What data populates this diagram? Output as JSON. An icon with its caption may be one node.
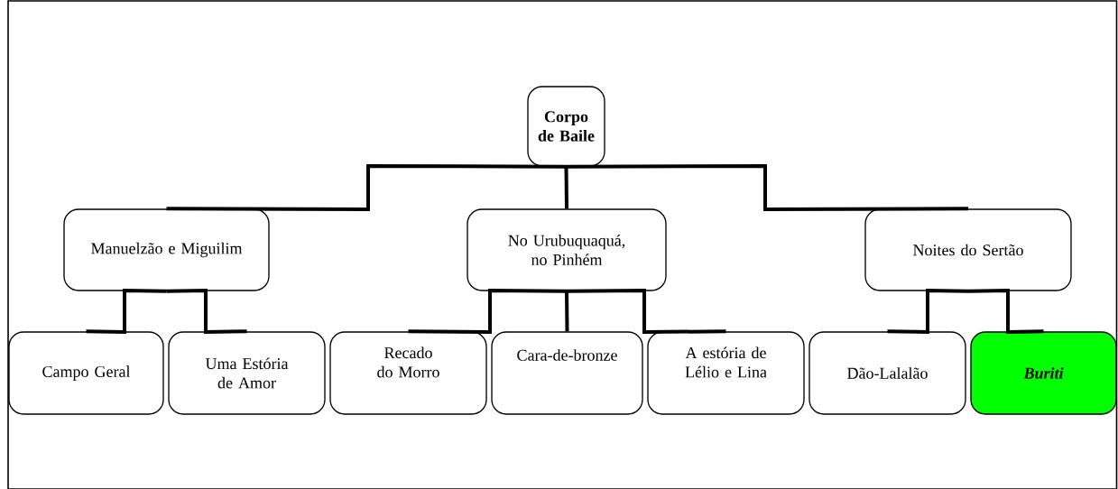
{
  "diagram": {
    "nodes": [
      {
        "text": [
          "Corpo de Baile"
        ]
      },
      {
        "text": [
          "Manuelzão e Miguilim"
        ]
      },
      {
        "text": [
          "No Urubuquaquá, no Pinhém"
        ]
      },
      {
        "text": [
          "Noites do Sertão"
        ]
      },
      {
        "text": [
          "Campo Geral"
        ]
      },
      {
        "text": [
          "Uma Estória de Amor"
        ]
      },
      {
        "text": [
          "Recado do Morro"
        ]
      },
      {
        "text": [
          "Cara-de-bronze"
        ]
      },
      {
        "text": [
          "A estória de Lélio e Lina"
        ]
      },
      {
        "text": [
          "Dão-Lalalão"
        ]
      },
      {
        "text": [
          "Buriti"
        ]
      }
    ],
    "edges": [
      {
        "from": 0,
        "to": 1,
        "arrow": "none"
      },
      {
        "from": 0,
        "to": 2,
        "arrow": "none"
      },
      {
        "from": 0,
        "to": 3,
        "arrow": "none"
      },
      {
        "from": 1,
        "to": 4,
        "arrow": "none"
      },
      {
        "from": 1,
        "to": 5,
        "arrow": "none"
      },
      {
        "from": 2,
        "to": 6,
        "arrow": "none"
      },
      {
        "from": 2,
        "to": 7,
        "arrow": "none"
      },
      {
        "from": 2,
        "to": 8,
        "arrow": "none"
      },
      {
        "from": 3,
        "to": 9,
        "arrow": "none"
      },
      {
        "from": 3,
        "to": 10,
        "arrow": "none"
      }
    ]
  }
}
